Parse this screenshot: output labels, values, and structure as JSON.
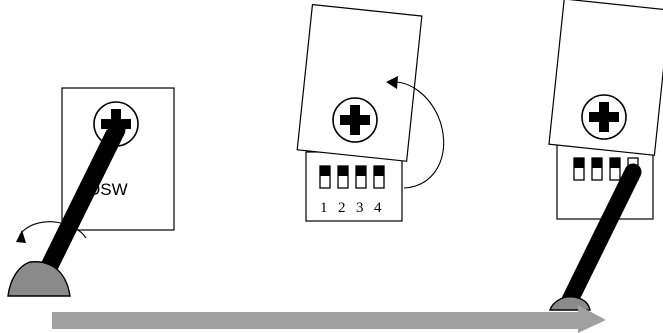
{
  "steps": [
    {
      "id": "step-1",
      "caption": "DSW",
      "icon": "screw-icon",
      "tool": "screwdriver"
    },
    {
      "id": "step-2",
      "switch_numbers": [
        "1",
        "2",
        "3",
        "4"
      ],
      "icon": "screw-icon",
      "rotation": "counter-clockwise"
    },
    {
      "id": "step-3",
      "icon": "screw-icon",
      "tool": "screwdriver",
      "switch_count": 4
    }
  ],
  "progress_arrow": {
    "color": "#a0a0a0"
  },
  "colors": {
    "stroke": "#000000",
    "tool_tip": "#8a8a8a",
    "arrow": "#a0a0a0",
    "background": "#ffffff"
  }
}
